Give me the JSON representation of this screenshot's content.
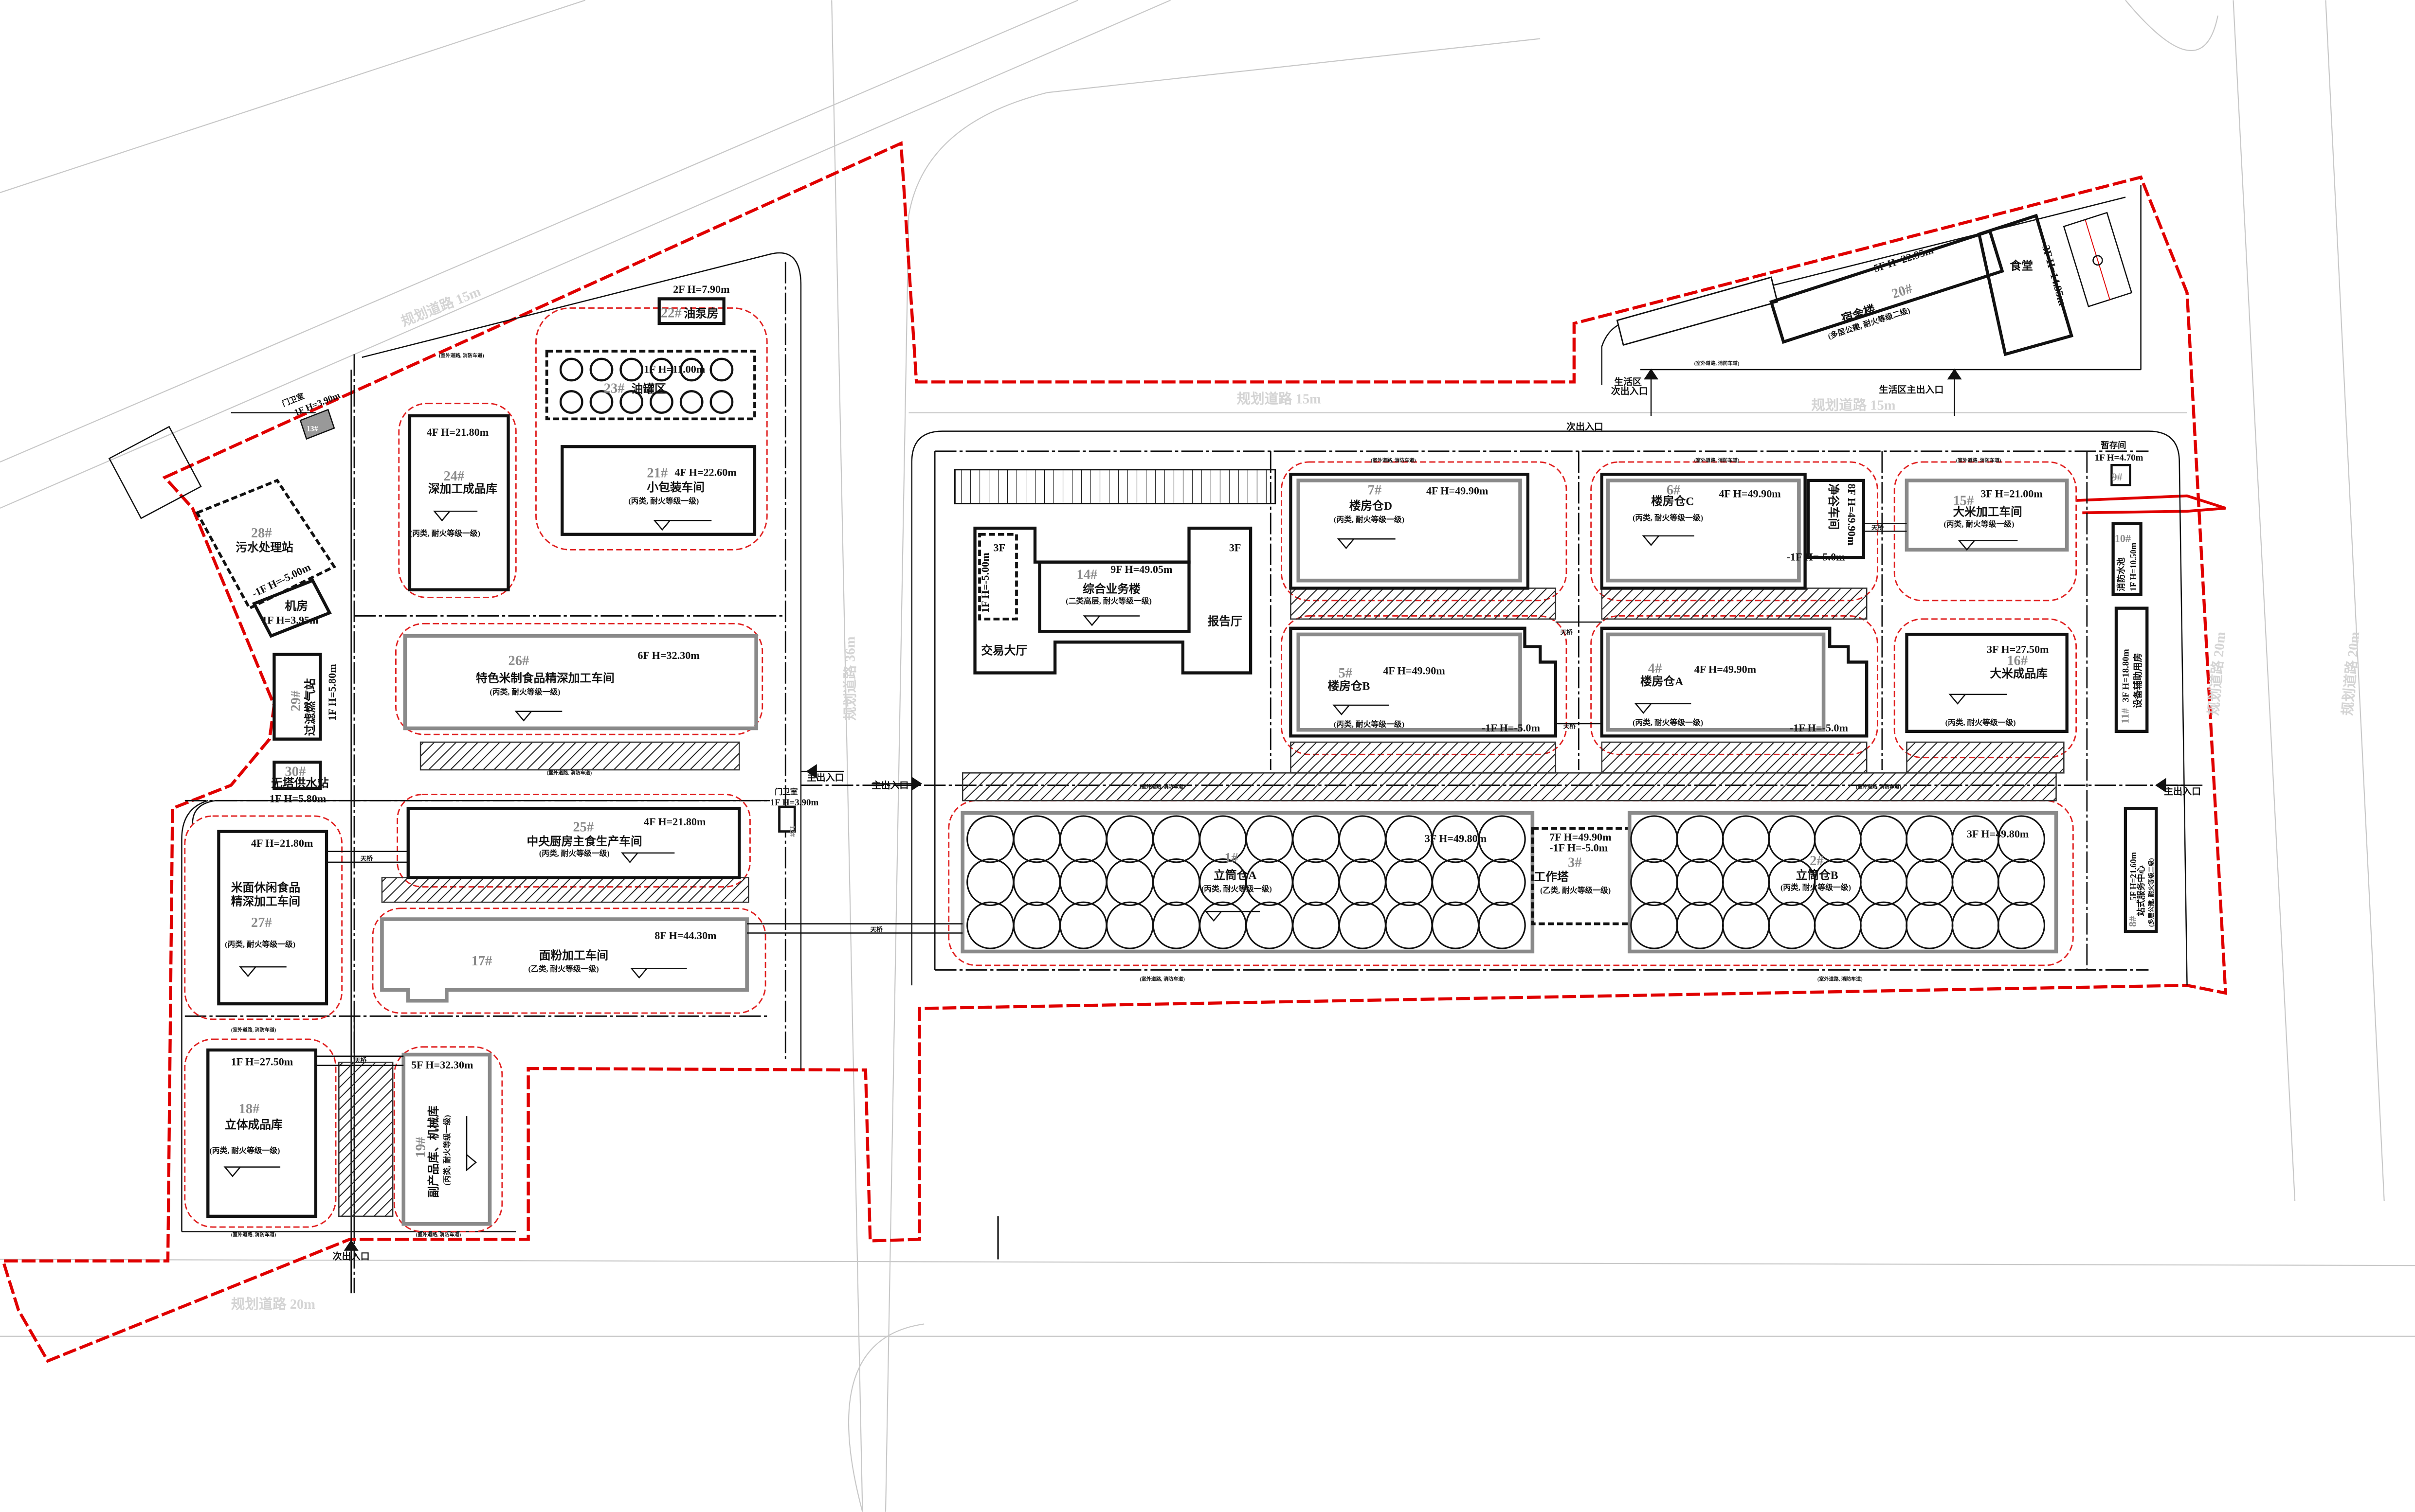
{
  "roads": {
    "top_left": "规划道路 15m",
    "top_mid": "规划道路 15m",
    "top_right": "规划道路 15m",
    "middle": "规划道路 36m",
    "bottom": "规划道路 20m",
    "right_a": "规划道路 20m",
    "right_b": "规划道路 20m"
  },
  "entrances": {
    "main": "主出入口",
    "secondary": "次出入口",
    "living_secondary_1": "生活区",
    "living_secondary_2": "次出入口",
    "living_main": "生活区主出入口"
  },
  "labels": {
    "skybridge": "天桥",
    "fire_lane": "(室外道路, 消防车道)",
    "basement_spec": "-1F H=-5.0m"
  },
  "buildings": {
    "b1": {
      "no": "1#",
      "name": "立筒仓A",
      "spec": "3F H=49.80m",
      "class": "(丙类, 耐火等级一级)"
    },
    "b2": {
      "no": "2#",
      "name": "立筒仓B",
      "spec": "3F H=49.80m",
      "class": "(丙类, 耐火等级一级)"
    },
    "b3": {
      "no": "3#",
      "name": "工作塔",
      "spec": "7F H=49.90m",
      "sub": "-1F H=-5.0m",
      "class": "(乙类, 耐火等级一级)"
    },
    "b4": {
      "no": "4#",
      "name": "楼房仓A",
      "spec": "4F H=49.90m",
      "class": "(丙类, 耐火等级一级)"
    },
    "b5": {
      "no": "5#",
      "name": "楼房仓B",
      "spec": "4F H=49.90m",
      "class": "(丙类, 耐火等级一级)"
    },
    "b6": {
      "no": "6#",
      "name": "楼房仓C",
      "spec": "4F H=49.90m",
      "class": "(丙类, 耐火等级一级)"
    },
    "b7": {
      "no": "7#",
      "name": "楼房仓D",
      "spec": "4F H=49.90m",
      "class": "(丙类, 耐火等级一级)"
    },
    "cleaning": {
      "name": "净谷车间",
      "spec": "8F H=49.90m"
    },
    "b8": {
      "no": "8#",
      "name": "站式服务中心",
      "spec": "5F H=21.60m",
      "class": "(多层公建, 耐火等级二级)"
    },
    "b9": {
      "no": "9#",
      "name": "暂存间",
      "spec": "1F H=4.70m"
    },
    "b10": {
      "no": "10#",
      "name": "消防水池",
      "spec": "1F H=10.50m"
    },
    "b11": {
      "no": "11#",
      "name": "设备辅助用房",
      "spec": "3F H=18.80m"
    },
    "b12": {
      "no": "12#",
      "name": "门卫室",
      "spec": "1F H=3.90m"
    },
    "b13": {
      "no": "13#",
      "name": "门卫室",
      "spec": "1F H=3.90m"
    },
    "b14": {
      "no": "14#",
      "name": "综合业务楼",
      "spec": "9F H=49.05m",
      "class": "(二类高层, 耐火等级一级)",
      "wing_floors": "3F",
      "basement": "1F H=-5.00m",
      "hall": "交易大厅",
      "auditorium": "报告厅"
    },
    "b15": {
      "no": "15#",
      "name": "大米加工车间",
      "spec": "3F H=21.00m",
      "class": "(丙类, 耐火等级一级)"
    },
    "b16": {
      "no": "16#",
      "name": "大米成品库",
      "spec": "3F H=27.50m",
      "class": "(丙类, 耐火等级一级)"
    },
    "b17": {
      "no": "17#",
      "name": "面粉加工车间",
      "spec": "8F H=44.30m",
      "class": "(乙类, 耐火等级一级)"
    },
    "b18": {
      "no": "18#",
      "name": "立体成品库",
      "spec": "1F H=27.50m",
      "class": "(丙类, 耐火等级一级)"
    },
    "b19": {
      "no": "19#",
      "name": "副产品库、机械库",
      "spec": "5F H=32.30m",
      "class": "(丙类, 耐火等级一级)"
    },
    "b20": {
      "no": "20#",
      "name": "宿舍楼",
      "spec": "5F H=22.95m",
      "class": "(多层公建, 耐火等级二级)",
      "canteen": "食堂",
      "canteen_spec": "3F H=14.95m"
    },
    "b21": {
      "no": "21#",
      "name": "小包装车间",
      "spec": "4F H=22.60m",
      "class": "(丙类, 耐火等级一级)"
    },
    "b22": {
      "no": "22#",
      "name": "油泵房",
      "spec": "2F H=7.90m"
    },
    "b23": {
      "no": "23#",
      "name": "油罐区",
      "spec": "1F H=11.00m"
    },
    "b24": {
      "no": "24#",
      "name": "深加工成品库",
      "spec": "4F H=21.80m",
      "class": "(丙类, 耐火等级一级)"
    },
    "b25": {
      "no": "25#",
      "name": "中央厨房主食生产车间",
      "spec": "4F H=21.80m",
      "class": "(丙类, 耐火等级一级)"
    },
    "b26": {
      "no": "26#",
      "name": "特色米制食品精深加工车间",
      "spec": "6F H=32.30m",
      "class": "(丙类, 耐火等级一级)"
    },
    "b27": {
      "no": "27#",
      "name_line1": "米面休闲食品",
      "name_line2": "精深加工车间",
      "spec": "4F H=21.80m",
      "class": "(丙类, 耐火等级一级)"
    },
    "b28": {
      "no": "28#",
      "name": "污水处理站",
      "spec": "-1F H=-5.00m",
      "machine_room": "机房",
      "machine_spec": "1F H=3.95m"
    },
    "b29": {
      "no": "29#",
      "name": "过滤燃气站",
      "spec": "1F H=5.80m"
    },
    "b30": {
      "no": "30#",
      "name": "无塔供水站",
      "spec": "1F H=5.80m"
    }
  },
  "colors": {
    "boundary": "#e00000",
    "fire_lane": "#e02020",
    "building": "#111111",
    "number": "#8a8a8a"
  }
}
